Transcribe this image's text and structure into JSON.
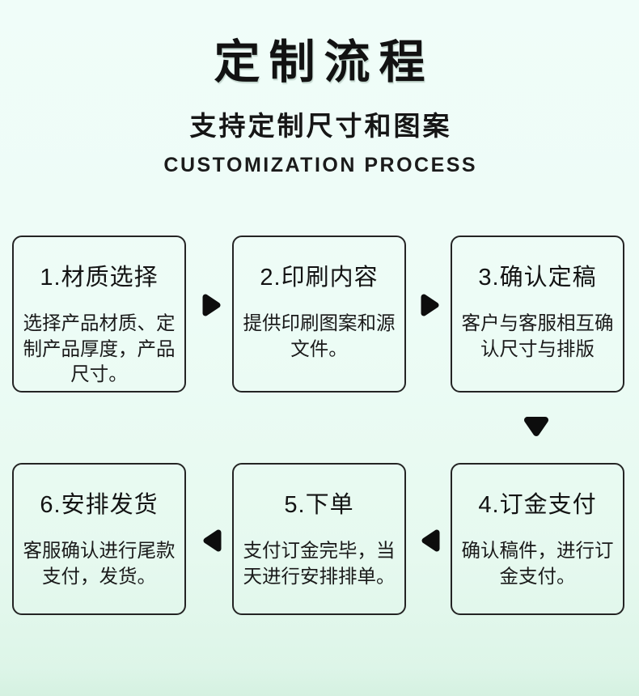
{
  "header": {
    "title": "定制流程",
    "subtitle": "支持定制尺寸和图案",
    "subtitle_en": "CUSTOMIZATION PROCESS"
  },
  "flow": {
    "arrow_color": "#0d0d0d",
    "steps": [
      {
        "title": "1.材质选择",
        "desc": "选择产品材质、定制产品厚度，产品尺寸。"
      },
      {
        "title": "2.印刷内容",
        "desc": "提供印刷图案和源文件。"
      },
      {
        "title": "3.确认定稿",
        "desc": "客户与客服相互确认尺寸与排版"
      },
      {
        "title": "4.订金支付",
        "desc": "确认稿件，进行订金支付。"
      },
      {
        "title": "5.下单",
        "desc": "支付订金完毕，当天进行安排排单。"
      },
      {
        "title": "6.安排发货",
        "desc": "客服确认进行尾款支付，发货。"
      }
    ]
  },
  "colors": {
    "background_top": "#f0fdf9",
    "background_bottom": "#d5f1e1",
    "box_border": "#242424",
    "text": "#141414"
  }
}
